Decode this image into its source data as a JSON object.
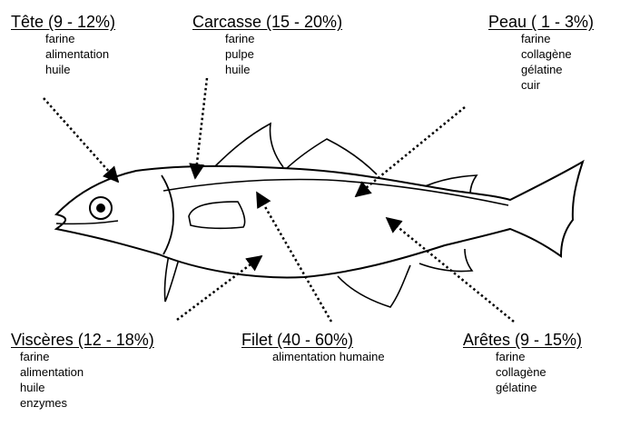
{
  "parts": [
    {
      "key": "tete",
      "title": "Tête (9 - 12%)",
      "uses": [
        "farine",
        "alimentation",
        "huile"
      ]
    },
    {
      "key": "carcasse",
      "title": "Carcasse (15 - 20%)",
      "uses": [
        "farine",
        "pulpe",
        "huile"
      ]
    },
    {
      "key": "peau",
      "title": "Peau ( 1 - 3%)",
      "uses": [
        "farine",
        "collagène",
        "gélatine",
        "cuir"
      ]
    },
    {
      "key": "visceres",
      "title": "Viscères (12 - 18%)",
      "uses": [
        "farine",
        "alimentation",
        "huile",
        "enzymes"
      ]
    },
    {
      "key": "filet",
      "title": "Filet (40 - 60%)",
      "uses": [
        "alimentation humaine"
      ]
    },
    {
      "key": "aretes",
      "title": "Arêtes (9 - 15%)",
      "uses": [
        "farine",
        "collagène",
        "gélatine"
      ]
    }
  ]
}
